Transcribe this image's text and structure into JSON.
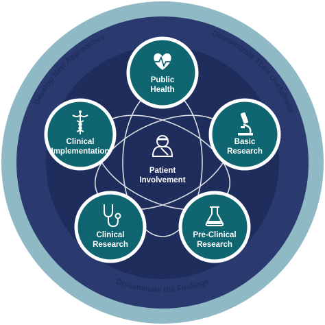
{
  "outer_ring": {
    "left_text": "Develop New Approaches",
    "right_text": "Demonstrate Their Usefulness",
    "bottom_text": "Disseminate the Findings"
  },
  "center": {
    "label_line1": "Patient",
    "label_line2": "Involvement",
    "icon": "patient-icon"
  },
  "nodes": [
    {
      "id": "public-health",
      "line1": "Public",
      "line2": "Health",
      "icon": "heart-pulse-icon"
    },
    {
      "id": "basic-research",
      "line1": "Basic",
      "line2": "Research",
      "icon": "microscope-icon"
    },
    {
      "id": "pre-clinical-research",
      "line1": "Pre-Clinical",
      "line2": "Research",
      "icon": "flask-icon"
    },
    {
      "id": "clinical-research",
      "line1": "Clinical",
      "line2": "Research",
      "icon": "stethoscope-icon"
    },
    {
      "id": "clinical-implementation",
      "line1": "Clinical",
      "line2": "Implementation",
      "icon": "caduceus-icon"
    }
  ],
  "colors": {
    "outer_ring": "#8fb9c4",
    "navy_ring": "#2b3a6e",
    "inner_navy": "#1f2d5c",
    "node_fill": "#0f6670",
    "node_border": "#ffffff"
  }
}
